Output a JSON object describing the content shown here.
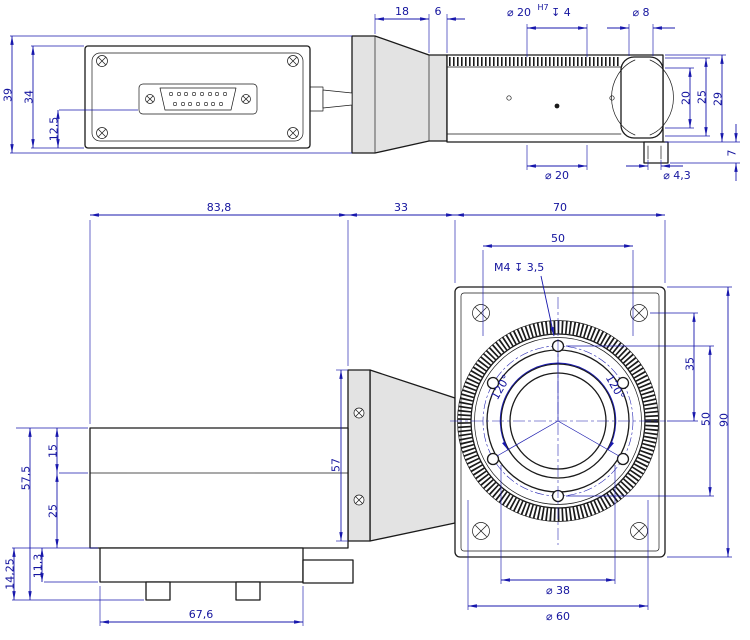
{
  "colors": {
    "dimension": "#1818ad",
    "geometry": "#1a1a1a",
    "background": "#ffffff"
  },
  "top_view": {
    "dims": {
      "t18": "18",
      "t6": "6",
      "bore": "⌀ 20",
      "bore_fit": "H7",
      "bore_depth": "↧ 4",
      "d8": "⌀ 8",
      "h39": "39",
      "h34": "34",
      "h12_5": "12,5",
      "r20": "20",
      "r25": "25",
      "r29": "29",
      "r7": "7",
      "b20": "⌀ 20",
      "b4_3": "⌀ 4,3"
    }
  },
  "bottom_view": {
    "dims": {
      "w83_8": "83,8",
      "w33": "33",
      "w70": "70",
      "top50": "50",
      "m4": "M4 ↧ 3,5",
      "ang_l": "120°",
      "ang_r": "120°",
      "v35": "35",
      "v50": "50",
      "v90": "90",
      "l57_5": "57,5",
      "l15": "15",
      "l25": "25",
      "l11_3": "11,3",
      "l14_25": "14,25",
      "f57": "57",
      "dia38": "⌀ 38",
      "dia60": "⌀ 60",
      "w67_6": "67,6"
    }
  }
}
